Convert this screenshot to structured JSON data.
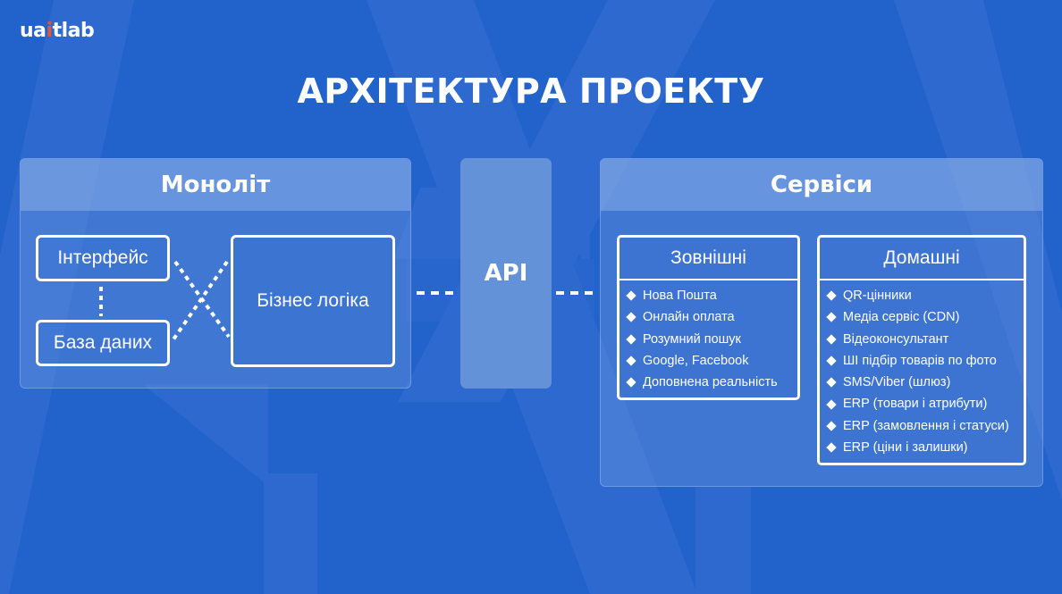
{
  "logo": {
    "text_pre": "ua",
    "text_accent": "i",
    "text_post": "tlab",
    "accent_color": "#e2563a"
  },
  "title": "АРХІТЕКТУРА ПРОЕКТУ",
  "colors": {
    "background": "#2262cb",
    "api_panel": "#6492d9",
    "text": "#ffffff"
  },
  "monolith": {
    "header": "Моноліт",
    "interface": "Інтерфейс",
    "database": "База даних",
    "business_logic": "Бізнес логіка"
  },
  "api": {
    "label": "API"
  },
  "services": {
    "header": "Сервіси",
    "external": {
      "header": "Зовнішні",
      "items": [
        "Нова Пошта",
        "Онлайн оплата",
        "Розумний пошук",
        "Google, Facebook",
        "Доповнена реальність"
      ]
    },
    "internal": {
      "header": "Домашні",
      "items": [
        "QR-цінники",
        "Медіа сервіс (CDN)",
        "Відеоконсультант",
        "ШІ підбір товарів по фото",
        "SMS/Viber (шлюз)",
        "ERP (товари і атрибути)",
        "ERP (замовлення і статуси)",
        "ERP (ціни і залишки)"
      ]
    }
  }
}
